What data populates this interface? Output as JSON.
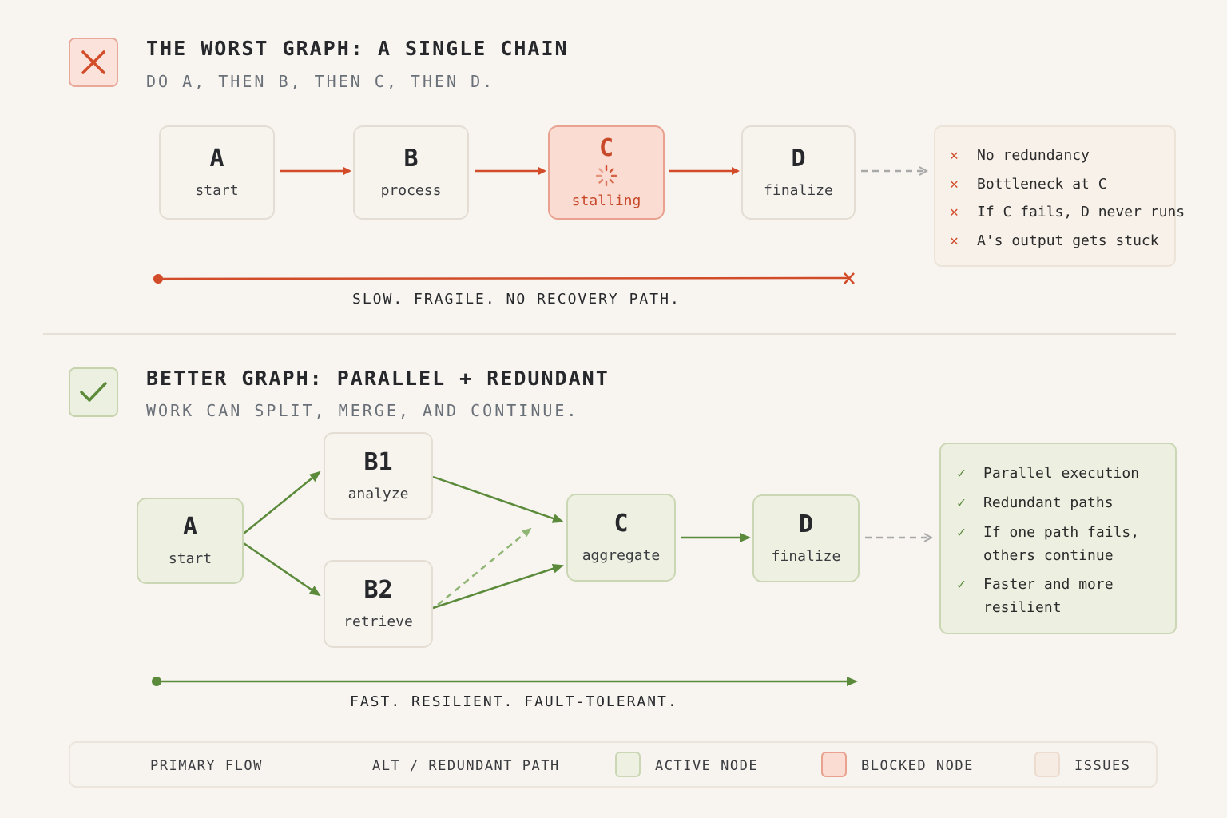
{
  "colors": {
    "primary_red": "#d24c2a",
    "primary_green": "#5a8a3a",
    "dashed_gray": "#a9a9a9",
    "background": "#f8f5f0",
    "blocked_fill": "#fadcd3",
    "active_fill": "#eef1e2",
    "issues_fill": "#f7f1ea"
  },
  "worst": {
    "badge_icon": "x-icon",
    "title": "THE WORST GRAPH: A SINGLE CHAIN",
    "subtitle": "DO A, THEN B, THEN C, THEN D.",
    "nodes": [
      {
        "letter": "A",
        "label": "start",
        "state": "neutral"
      },
      {
        "letter": "B",
        "label": "process",
        "state": "neutral"
      },
      {
        "letter": "C",
        "label": "stalling",
        "state": "blocked",
        "icon": "spinner-icon"
      },
      {
        "letter": "D",
        "label": "finalize",
        "state": "neutral"
      }
    ],
    "issues": [
      "No redundancy",
      "Bottleneck at C",
      "If C fails, D never runs",
      "A's output gets stuck"
    ],
    "timeline_caption": "SLOW. FRAGILE. NO RECOVERY PATH."
  },
  "better": {
    "badge_icon": "check-icon",
    "title": "BETTER GRAPH: PARALLEL + REDUNDANT",
    "subtitle": "WORK CAN SPLIT, MERGE, AND CONTINUE.",
    "nodes": [
      {
        "letter": "A",
        "label": "start"
      },
      {
        "letter": "B1",
        "label": "analyze"
      },
      {
        "letter": "B2",
        "label": "retrieve"
      },
      {
        "letter": "C",
        "label": "aggregate"
      },
      {
        "letter": "D",
        "label": "finalize"
      }
    ],
    "benefits": [
      {
        "line1": "Parallel execution"
      },
      {
        "line1": "Redundant paths"
      },
      {
        "line1": "If one path fails,",
        "line2": "others continue"
      },
      {
        "line1": "Faster and more",
        "line2": "resilient"
      }
    ],
    "timeline_caption": "FAST. RESILIENT. FAULT-TOLERANT."
  },
  "legend": {
    "primary_flow": "PRIMARY FLOW",
    "alt_path": "ALT / REDUNDANT PATH",
    "active_node": "ACTIVE NODE",
    "blocked_node": "BLOCKED NODE",
    "issues": "ISSUES"
  }
}
